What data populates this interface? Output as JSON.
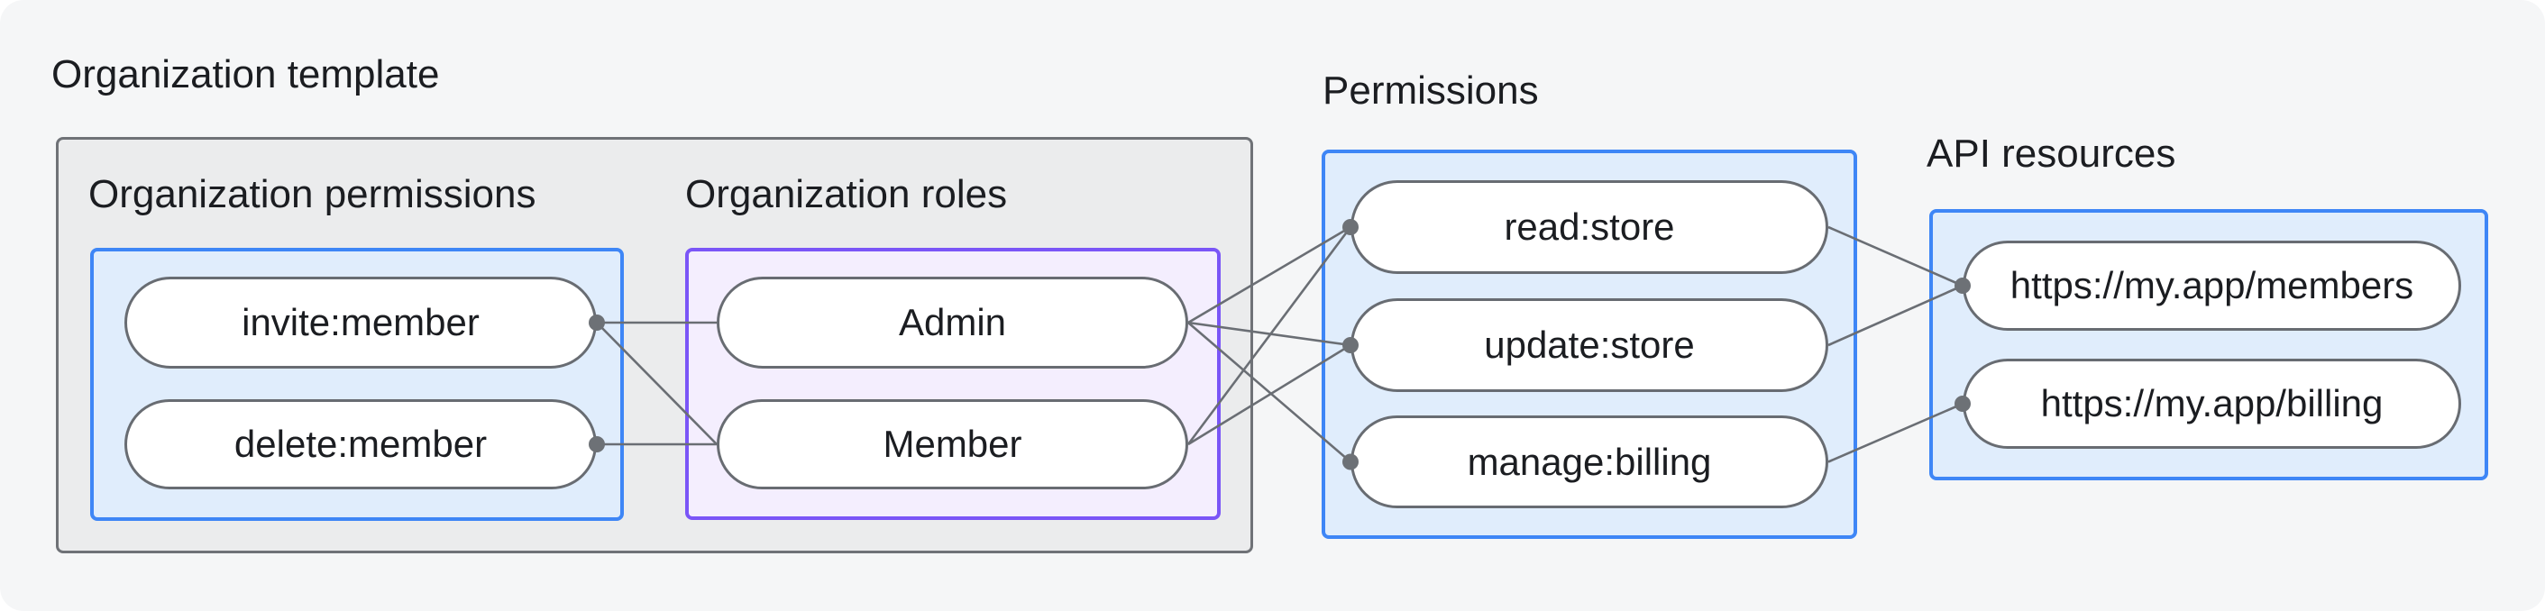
{
  "labels": {
    "organization_template": "Organization template",
    "organization_permissions": "Organization permissions",
    "organization_roles": "Organization roles",
    "permissions": "Permissions",
    "api_resources": "API resources"
  },
  "nodes": {
    "invite": {
      "label": "invite:member"
    },
    "delete": {
      "label": "delete:member"
    },
    "admin": {
      "label": "Admin"
    },
    "member": {
      "label": "Member"
    },
    "read": {
      "label": "read:store"
    },
    "update": {
      "label": "update:store"
    },
    "manage": {
      "label": "manage:billing"
    },
    "members_api": {
      "label": "https://my.app/members"
    },
    "billing_api": {
      "label": "https://my.app/billing"
    }
  },
  "edges": [
    {
      "from": "invite",
      "to": "admin"
    },
    {
      "from": "invite",
      "to": "member"
    },
    {
      "from": "delete",
      "to": "member"
    },
    {
      "from": "admin",
      "to": "read"
    },
    {
      "from": "admin",
      "to": "update"
    },
    {
      "from": "admin",
      "to": "manage"
    },
    {
      "from": "member",
      "to": "read"
    },
    {
      "from": "member",
      "to": "update"
    },
    {
      "from": "read",
      "to": "members_api"
    },
    {
      "from": "update",
      "to": "members_api"
    },
    {
      "from": "manage",
      "to": "billing_api"
    }
  ],
  "dots": [
    {
      "node": "invite",
      "side": "right"
    },
    {
      "node": "delete",
      "side": "right"
    },
    {
      "node": "read",
      "side": "left"
    },
    {
      "node": "update",
      "side": "left"
    },
    {
      "node": "manage",
      "side": "left"
    },
    {
      "node": "members_api",
      "side": "left"
    },
    {
      "node": "billing_api",
      "side": "left"
    }
  ],
  "style": {
    "accent_blue": "#3e86f6",
    "accent_purple": "#7a55f7",
    "line_gray": "#6a6e74",
    "canvas_bg": "#f5f6f7",
    "group_bg": "#ebeced"
  }
}
